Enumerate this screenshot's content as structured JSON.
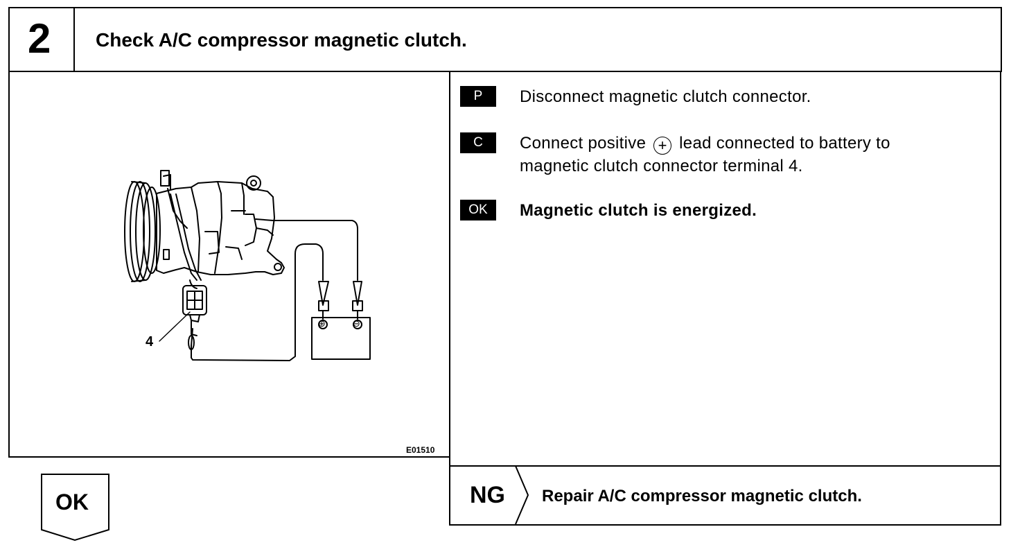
{
  "step": {
    "number": "2",
    "title": "Check A/C compressor magnetic clutch."
  },
  "figure": {
    "terminal_label": "4",
    "code": "E01510",
    "battery_plus": "⊕",
    "battery_minus": "⊖"
  },
  "instructions": [
    {
      "tag": "P",
      "text": "Disconnect magnetic clutch connector."
    },
    {
      "tag": "C",
      "text_before": "Connect positive",
      "symbol": "+",
      "text_after": "lead connected to battery to",
      "text_line2": "magnetic clutch connector terminal 4."
    },
    {
      "tag": "OK",
      "text": "Magnetic clutch is energized."
    }
  ],
  "result_ng": {
    "label": "NG",
    "action": "Repair A/C compressor magnetic clutch."
  },
  "result_ok": {
    "label": "OK"
  }
}
